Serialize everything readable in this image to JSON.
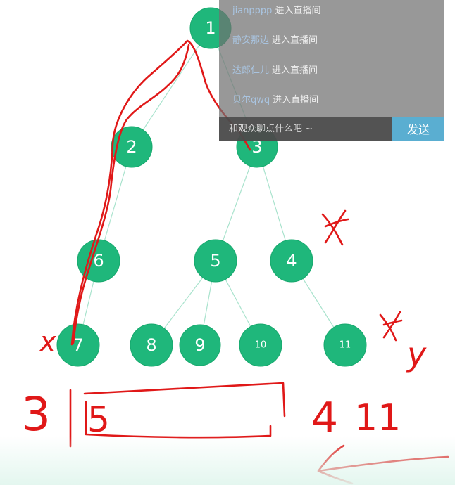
{
  "tree": {
    "colors": {
      "node_fill": "#1fb77b",
      "node_stroke": "#17a86d",
      "edge": "#a9e3cd",
      "node_text": "#ffffff"
    },
    "nodes": [
      {
        "id": "1",
        "label": "1"
      },
      {
        "id": "2",
        "label": "2"
      },
      {
        "id": "3",
        "label": "3"
      },
      {
        "id": "6",
        "label": "6"
      },
      {
        "id": "5",
        "label": "5"
      },
      {
        "id": "4",
        "label": "4"
      },
      {
        "id": "7",
        "label": "7"
      },
      {
        "id": "8",
        "label": "8"
      },
      {
        "id": "9",
        "label": "9"
      },
      {
        "id": "10",
        "label": "10"
      },
      {
        "id": "11",
        "label": "11"
      }
    ],
    "edges": [
      [
        "1",
        "2"
      ],
      [
        "1",
        "3"
      ],
      [
        "2",
        "6"
      ],
      [
        "3",
        "5"
      ],
      [
        "3",
        "4"
      ],
      [
        "6",
        "7"
      ],
      [
        "5",
        "8"
      ],
      [
        "5",
        "9"
      ],
      [
        "5",
        "10"
      ],
      [
        "4",
        "11"
      ]
    ]
  },
  "annotations": {
    "ink_color": "#e01818",
    "label_x": "x",
    "label_y": "y",
    "bottom_left": "3",
    "bottom_boxed": "5",
    "bottom_right_4": "4",
    "bottom_right_11": "11"
  },
  "chat": {
    "messages": [
      {
        "user": "jianpppp",
        "action": "进入直播间"
      },
      {
        "user": "静安那边",
        "action": "进入直播间"
      },
      {
        "user": "达郎仁儿",
        "action": "进入直播间"
      },
      {
        "user": "贝尔qwq",
        "action": "进入直播间"
      }
    ],
    "input_placeholder": "和观众聊点什么吧 ~",
    "send_label": "发送"
  }
}
